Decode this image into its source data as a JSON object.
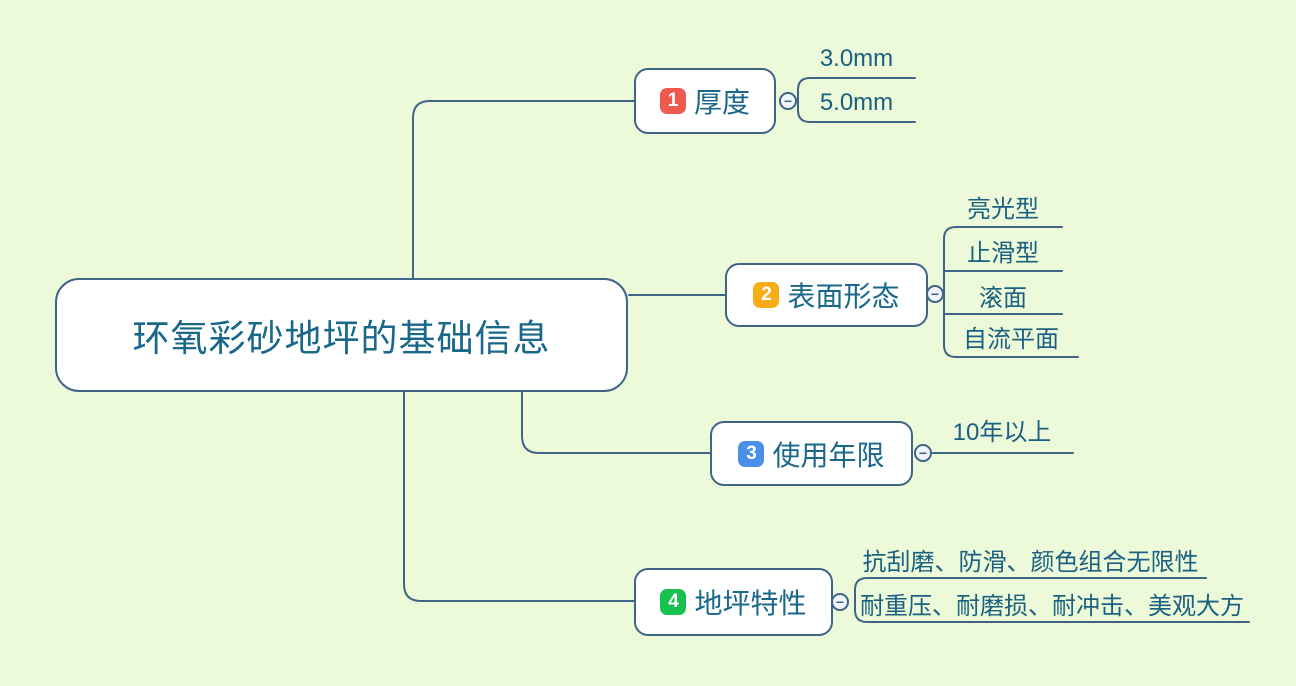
{
  "canvas": {
    "background_color": "#ecfada",
    "line_color": "#3e6486",
    "node_fill": "#ffffff",
    "text_color": "#19688a"
  },
  "root": {
    "label": "环氧彩砂地坪的基础信息"
  },
  "branches": [
    {
      "badge": "1",
      "badge_color": "#ee5a50",
      "label": "厚度",
      "children": [
        "3.0mm",
        "5.0mm"
      ]
    },
    {
      "badge": "2",
      "badge_color": "#f9ac16",
      "label": "表面形态",
      "children": [
        "亮光型",
        "止滑型",
        "滚面",
        "自流平面"
      ]
    },
    {
      "badge": "3",
      "badge_color": "#4a8fe8",
      "label": "使用年限",
      "children": [
        "10年以上"
      ]
    },
    {
      "badge": "4",
      "badge_color": "#17c14e",
      "label": "地坪特性",
      "children": [
        "抗刮磨、防滑、颜色组合无限性",
        "耐重压、耐磨损、耐冲击、美观大方"
      ]
    }
  ],
  "toggle": {
    "symbol": "−"
  }
}
